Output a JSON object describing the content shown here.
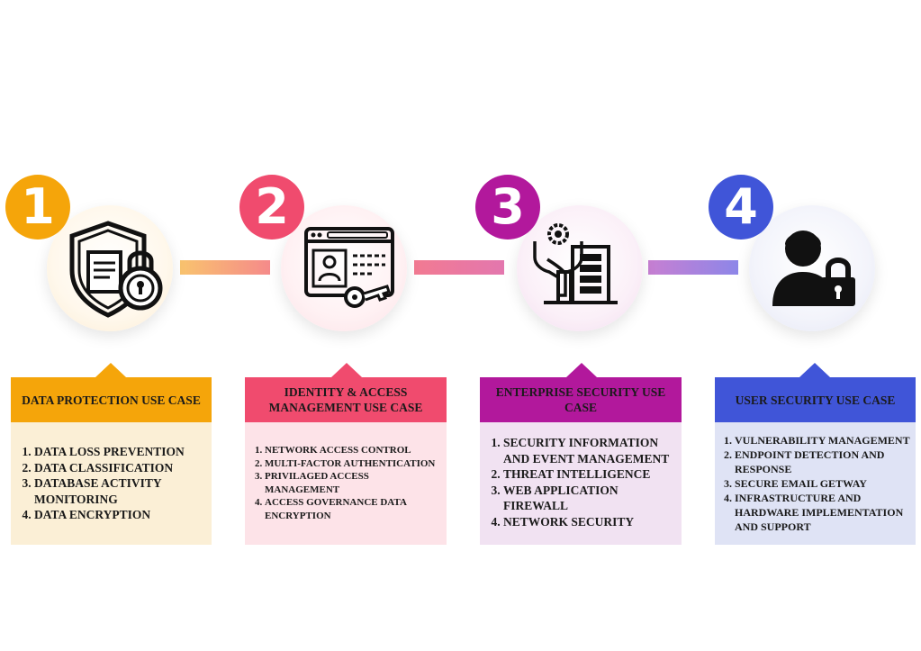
{
  "steps": [
    {
      "number": "1",
      "icon": "shield-lock-document-icon",
      "title": "DATA PROTECTION USE CASE",
      "items": [
        "DATA LOSS PREVENTION",
        "DATA CLASSIFICATION",
        "DATABASE ACTIVITY MONITORING",
        "DATA ENCRYPTION"
      ],
      "colors": {
        "accent": "#f5a50a",
        "head_text": "#1a1a1a",
        "body_bg": "#fbefd6"
      }
    },
    {
      "number": "2",
      "icon": "browser-id-key-icon",
      "title": "IDENTITY & ACCESS MANAGEMENT USE CASE",
      "items": [
        "NETWORK ACCESS CONTROL",
        "MULTI-FACTOR AUTHENTICATION",
        "PRIVILAGED ACCESS MANAGEMENT",
        "ACCESS GOVERNANCE DATA ENCRYPTION"
      ],
      "colors": {
        "accent": "#f04b6e",
        "head_text": "#1a1a1a",
        "body_bg": "#fde3e8"
      }
    },
    {
      "number": "3",
      "icon": "hands-gear-building-icon",
      "title": "ENTERPRISE SECURITY USE CASE",
      "items": [
        "SECURITY INFORMATION AND EVENT MANAGEMENT",
        "THREAT INTELLIGENCE",
        "WEB APPLICATION FIREWALL",
        "NETWORK SECURITY"
      ],
      "colors": {
        "accent": "#b2189c",
        "head_text": "#1a1a1a",
        "body_bg": "#f1e2f2"
      }
    },
    {
      "number": "4",
      "icon": "user-lock-icon",
      "title": "USER SECURITY USE CASE",
      "items": [
        "VULNERABILITY MANAGEMENT",
        "ENDPOINT DETECTION AND RESPONSE",
        "SECURE EMAIL GETWAY",
        "INFRASTRUCTURE AND HARDWARE IMPLEMENTATION AND SUPPORT"
      ],
      "colors": {
        "accent": "#4055d8",
        "head_text": "#1a1a1a",
        "body_bg": "#dfe3f5"
      }
    }
  ],
  "connectors": [
    {
      "from": "#f9c36e",
      "to": "#f58a8a"
    },
    {
      "from": "#f27a92",
      "to": "#e377ae"
    },
    {
      "from": "#c77fd2",
      "to": "#8d86e8"
    }
  ]
}
